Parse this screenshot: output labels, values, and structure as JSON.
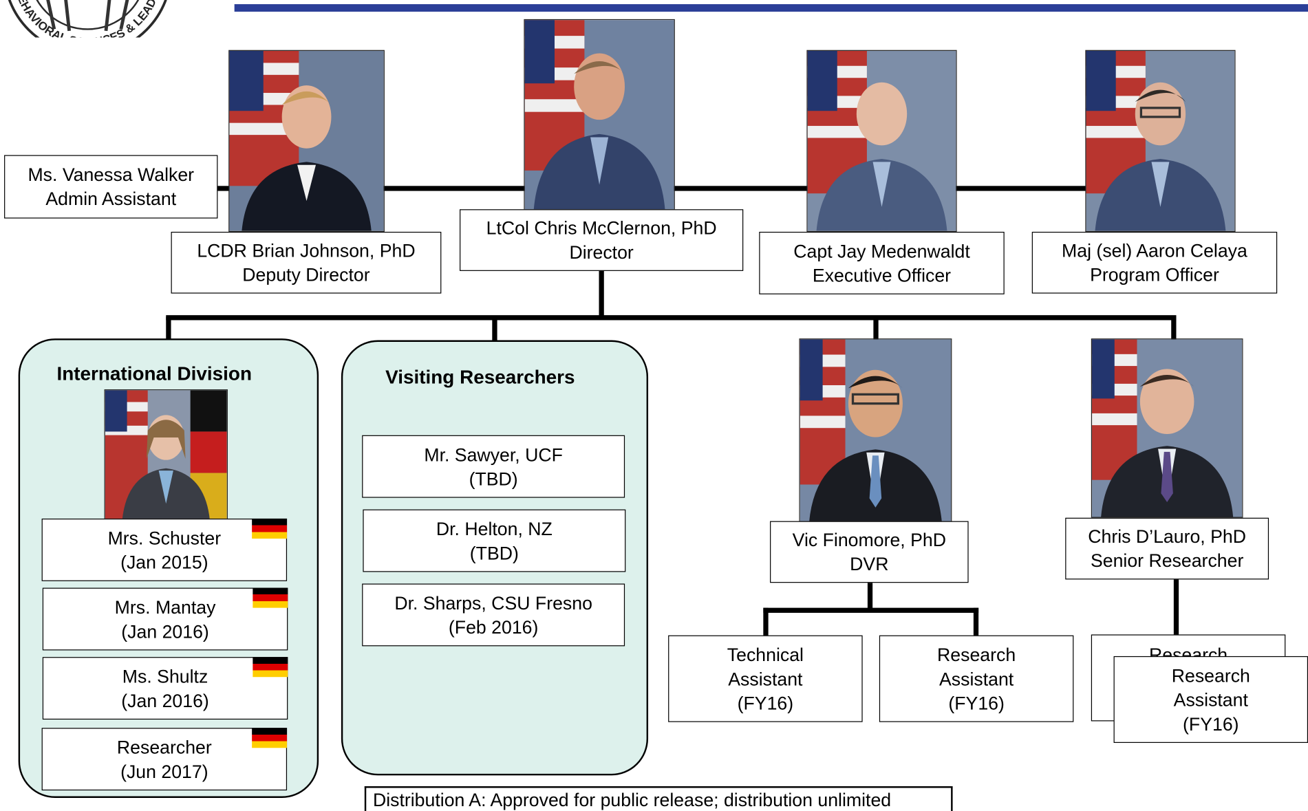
{
  "logo": {
    "text": "BEHAVIORAL SCIENCES & LEADERSHIP"
  },
  "colors": {
    "accent_bar": "#2b3f98",
    "division_fill": "#ddf1ec",
    "flag_black": "#000000",
    "flag_red": "#dd0000",
    "flag_gold": "#ffce00"
  },
  "leadership": {
    "admin": {
      "name": "Ms. Vanessa Walker",
      "role": "Admin Assistant"
    },
    "deputy": {
      "name": "LCDR Brian Johnson, PhD",
      "role": "Deputy Director"
    },
    "director": {
      "name": "LtCol Chris McClernon, PhD",
      "role": "Director"
    },
    "executive": {
      "name": "Capt Jay Medenwaldt",
      "role": "Executive Officer"
    },
    "program": {
      "name": "Maj (sel) Aaron Celaya",
      "role": "Program Officer"
    }
  },
  "international": {
    "title": "International Division",
    "members": [
      {
        "name": "Mrs. Schuster",
        "date": "(Jan 2015)"
      },
      {
        "name": "Mrs. Mantay",
        "date": "(Jan 2016)"
      },
      {
        "name": "Ms. Shultz",
        "date": "(Jan 2016)"
      },
      {
        "name": "Researcher",
        "date": "(Jun 2017)"
      }
    ]
  },
  "visiting": {
    "title": "Visiting Researchers",
    "members": [
      {
        "name": "Mr. Sawyer, UCF",
        "date": "(TBD)"
      },
      {
        "name": "Dr. Helton, NZ",
        "date": "(TBD)"
      },
      {
        "name": "Dr. Sharps, CSU Fresno",
        "date": "(Feb 2016)"
      }
    ]
  },
  "dvr": {
    "name": "Vic Finomore, PhD",
    "role": "DVR",
    "staff": [
      {
        "line1": "Technical",
        "line2": "Assistant",
        "line3": "(FY16)"
      },
      {
        "line1": "Research",
        "line2": "Assistant",
        "line3": "(FY16)"
      }
    ]
  },
  "senior": {
    "name": "Chris D’Lauro, PhD",
    "role": "Senior Researcher",
    "back_label": "Research",
    "staff": {
      "line1": "Research",
      "line2": "Assistant",
      "line3": "(FY16)"
    }
  },
  "footnote": "Distribution A: Approved for public release; distribution unlimited"
}
